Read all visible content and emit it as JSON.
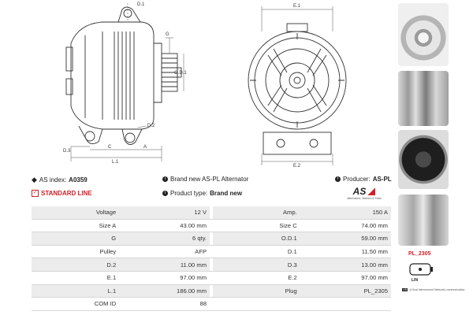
{
  "drawing_labels": {
    "d1": "D.1",
    "g": "G",
    "od1": "O.D.1",
    "d2": "D.2",
    "d3": "D.3",
    "c": "C",
    "a": "A",
    "l1": "L.1",
    "e1": "E.1",
    "e2": "E.2"
  },
  "info": {
    "index_label": "AS index:",
    "index_value": "A0359",
    "brand_text": "Brand new AS-PL Alternator",
    "producer_label": "Producer:",
    "producer_value": "AS-PL",
    "line_text": "STANDARD LINE",
    "type_label": "Product type:",
    "type_value": "Brand new",
    "logo_text": "AS",
    "logo_sub": "Alternators, Starters & Parts"
  },
  "specs": [
    {
      "l1": "Voltage",
      "v1": "12 V",
      "l2": "Amp.",
      "v2": "150 A"
    },
    {
      "l1": "Size A",
      "v1": "43.00 mm",
      "l2": "Size C",
      "v2": "74.00 mm"
    },
    {
      "l1": "G",
      "v1": "6 qty.",
      "l2": "O.D.1",
      "v2": "59.00 mm"
    },
    {
      "l1": "Pulley",
      "v1": "AFP",
      "l2": "D.1",
      "v2": "11.50 mm"
    },
    {
      "l1": "D.2",
      "v1": "11.00 mm",
      "l2": "D.3",
      "v2": "13.00 mm"
    },
    {
      "l1": "E.1",
      "v1": "97.00 mm",
      "l2": "E.2",
      "v2": "97.00 mm"
    },
    {
      "l1": "L.1",
      "v1": "186.00 mm",
      "l2": "Plug",
      "v2": "PL_2305"
    },
    {
      "l1": "COM ID",
      "v1": "88",
      "l2": "",
      "v2": ""
    }
  ],
  "plug": {
    "code": "PL_2305",
    "pin_label": "LIN",
    "legend_code": "LIN",
    "legend_text": "(LOcal Interconnect Network) communication"
  },
  "colors": {
    "accent_red": "#d0202a",
    "row_shade": "#ececec"
  }
}
